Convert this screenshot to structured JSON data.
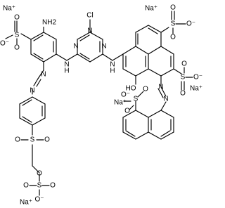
{
  "structure": {
    "atoms": {
      "nh2": "NH2",
      "cl": "Cl",
      "nh_left": "H",
      "nh_right": "H",
      "hn_label": "N",
      "n_triazine_top": "N",
      "n_triazine_left": "N",
      "n_triazine_right": "N",
      "azo1_a": "N",
      "azo1_b": "N",
      "azo2_a": "N",
      "azo2_b": "N",
      "oh": "HO",
      "so3_a": "S",
      "so3_b": "S",
      "so3_c": "S",
      "so3_d": "S",
      "so2": "S",
      "so4": "S",
      "o_minus": "O⁻",
      "o": "O"
    },
    "counter_ions": [
      "Na⁺",
      "Na⁺",
      "Na⁺",
      "Na⁺",
      "Na⁺"
    ]
  }
}
